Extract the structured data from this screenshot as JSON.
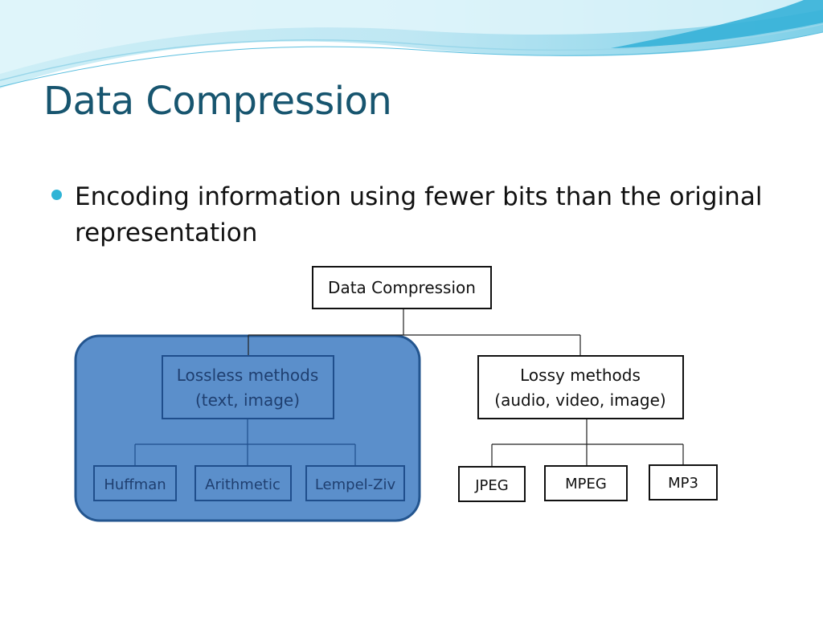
{
  "slide": {
    "title": "Data Compression",
    "bullet": "Encoding information using fewer bits than the original representation"
  },
  "diagram": {
    "root": "Data Compression",
    "lossless": {
      "line1": "Lossless methods",
      "line2": "(text, image)",
      "children": [
        "Huffman",
        "Arithmetic",
        "Lempel-Ziv"
      ]
    },
    "lossy": {
      "line1": "Lossy methods",
      "line2": "(audio, video, image)",
      "children": [
        "JPEG",
        "MPEG",
        "MP3"
      ]
    }
  },
  "colors": {
    "title": "#17556f",
    "bullet": "#2fb4d6",
    "lossless_region": "#5b8fcb",
    "lossless_border": "#23558f",
    "lossless_text": "#1f4e8c"
  }
}
